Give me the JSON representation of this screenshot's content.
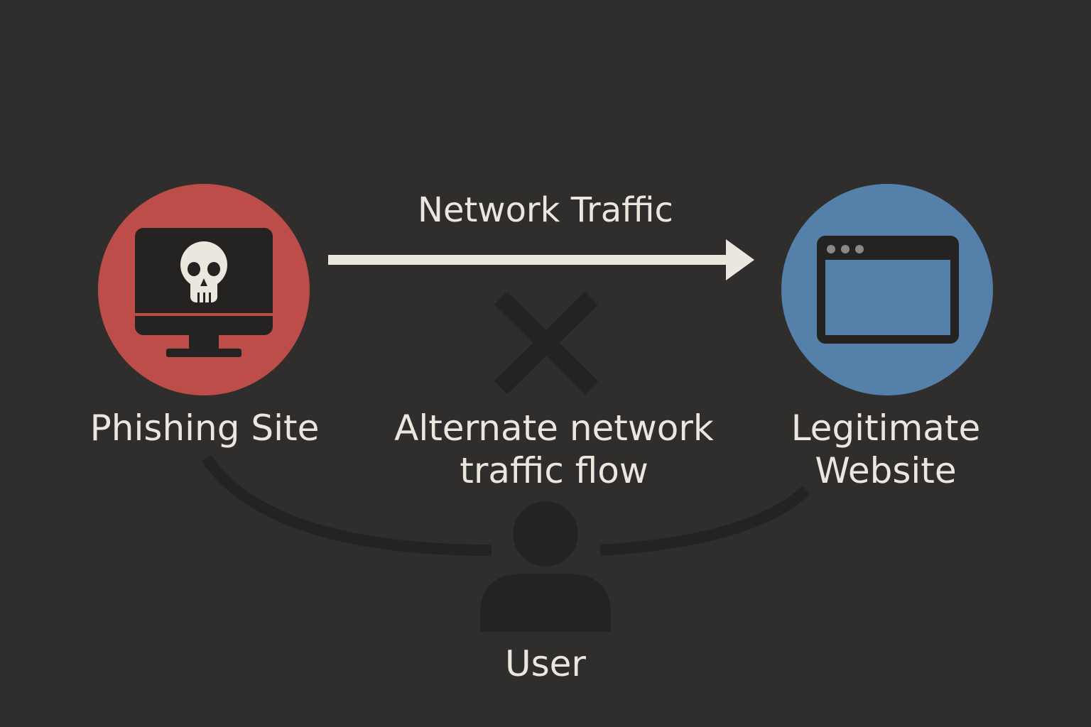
{
  "nodes": {
    "phishing_site": {
      "label": "Phishing Site",
      "icon": "skull-monitor-icon",
      "color": "#bd4d49"
    },
    "legitimate_website": {
      "label_line1": "Legitimate",
      "label_line2": "Website",
      "icon": "browser-window-icon",
      "color": "#5580a9"
    },
    "user": {
      "label": "User",
      "icon": "user-icon"
    }
  },
  "edges": {
    "network_traffic": {
      "label": "Network Traffic",
      "from": "phishing_site",
      "to": "legitimate_website"
    },
    "alternate_flow": {
      "label_line1": "Alternate network",
      "label_line2": "traffic flow",
      "status": "blocked",
      "icon": "x-icon"
    }
  },
  "colors": {
    "background": "#2f2e2d",
    "text": "#ebe7df",
    "dark_shape": "#242322"
  }
}
